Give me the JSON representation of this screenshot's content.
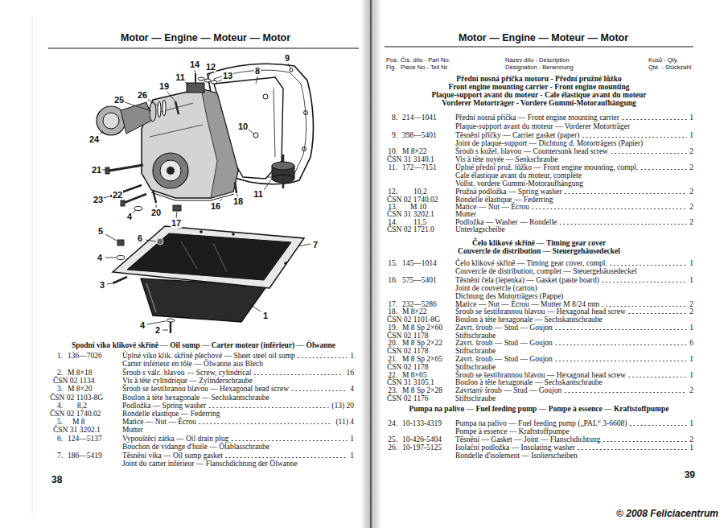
{
  "diagram": {
    "title": "Motor — Engine — Moteur — Motor",
    "labels": [
      "Motor — Engine — Moteur — Motor",
      "14",
      "12",
      "13",
      "11",
      "9",
      "8",
      "19",
      "26",
      "25",
      "10",
      "24",
      "21",
      "23",
      "22",
      "4",
      "20",
      "17",
      "16",
      "18",
      "11",
      "5",
      "6",
      "7",
      "4",
      "3",
      "1",
      "4",
      "2",
      "Spodní víko klikové skříně — Oil sump — Carter moteur (inférieur) — Ölwanne",
      "1.",
      "136—7026",
      "Úplné víko klik. skříně plechové — Sheet steel oil sump",
      "1",
      "Carter inférieur en tôle — Ölwanne aus Blech",
      "2.",
      "M 8×18",
      "Šroub s válc. hlavou — Screw, cylindrical",
      "16",
      "ČSN 02 1134",
      "Vis à tête cylindrique — Zylinderschraube",
      "3.",
      "M 8×20",
      "Šroub se šestihranou hlavou — Hexagonal head screw",
      "4",
      "ČSN 02 1103-8G",
      "Boulon à tête hexagonale — Sechskantschraube",
      "4.",
      "8,2",
      "Podložka — Spring washer",
      "(13) 20",
      "ČSN 02 1740.02",
      "Rondelle élastique — Federring",
      "5.",
      "M 8",
      "Matice — Nut — Écrou",
      "(11) 4",
      "ČSN 31 3202.1",
      "Mutter",
      "6.",
      "124—5137",
      "Vypouštěcí zátka — Oil drain plug",
      "1",
      "Bouchon de vidange d'huile — Ölablasschraube",
      "7.",
      "186—5419",
      "Těsnění víka — Oil sump gasket",
      "1",
      "Joint du carter inférieur — Flanschdichtung der Ölwanne",
      "38",
      "Pos.",
      "Čís. dílu - Part No.",
      "Název dílu - Description",
      "Kusů - Qty.",
      "Fig.",
      "Pièce No - Teil Nr.",
      "Désignation - Benennung",
      "Qté. - Stückzahl",
      "Přední nosná příčka motoru - Přední pružné lůžko",
      "Front engine mounting carrier - Front engine mounting",
      "Plaque-support avant du moteur - Cale élastique avant du moteur",
      "Vorderer Motorträger - Vordere Gummi-Motoraufhängung",
      "8.",
      "214—1041",
      "Přední nosná příčka — Front engine mounting carrier",
      "1",
      "Plaque-support avant du moteur — Vorderer Motorträger",
      "9.",
      "398—5401",
      "Těsnění příčky — Carrier gasket (paper)",
      "1",
      "Joint de plaque-support — Dichtung d. Motorträgers (Papier)",
      "10.",
      "M 8×22",
      "Šroub s kužel. hlavou — Countersunk head screw",
      "2",
      "ČSN 31 3140.1",
      "Vis à tête noyée — Senkschraube",
      "11.",
      "172—7151",
      "Úplné přední pruž. lůžko — Front engine mounting, compl.",
      "2",
      "Cale élastique avant du moteur, complète",
      "Vollst. vordere Gummi-Motoraufhängung",
      "12.",
      "10,2",
      "Pružná podložka — Spring washer",
      "2",
      "ČSN 02 1740.02",
      "Rondelle élastique — Federring",
      "13.",
      "M 10",
      "Matice — Nut — Écrou",
      "2",
      "ČSN 31 3202.1",
      "Mutter",
      "14.",
      "11,5",
      "Podložka — Washer — Rondelle",
      "2",
      "ČSN 02 1721.0",
      "Unterlagscheibe",
      "Čelo klikové skříně — Timing gear cover",
      "Couvercle de distribution — Steuergehäusedeckel",
      "15.",
      "145—1014",
      "Čelo klikové skříně — Timing gear cover, compl.",
      "1",
      "Couvercle de distribution, complet — Steuergehäusedeckel",
      "16.",
      "575—5401",
      "Těsnění čela (lepenka) — Gasket (paste board)",
      "1",
      "Joint de couvercle (carton)",
      "Dichtung des Motorträgers (Pappe)",
      "17.",
      "232—5286",
      "Matice — Nut — Écrou — Mutter M 8/24 mm",
      "2",
      "18.",
      "M 8×22",
      "Šroub se šestihrannou hlavou — Hexagonal head screw",
      "2",
      "ČSN 02 1101-8G",
      "Boulon à tête hexagonale — Sechskantschraube",
      "19.",
      "M 8 Sp 2×60",
      "Zavrt. šroub — Stud — Goujon",
      "1",
      "ČSN 02 1178",
      "Stiftschraube",
      "20.",
      "M 8 Sp 2×22",
      "Zavrt. šroub — Stud — Goujon",
      "6",
      "ČSN 02 1178",
      "Stiftschraube",
      "21.",
      "M 8 Sp 2×65",
      "Zavrt. šroub — Stud — Goujon",
      "1",
      "ČSN 02 1178",
      "Stiftschraube",
      "22.",
      "M 8×65",
      "Šroub se šestihrannou hlavou — Hexagonal head screw",
      "1",
      "ČSN 31 3105.1",
      "Boulon à tête hexagonale — Sechskantschraube",
      "23.",
      "M 8 Sp 2×28",
      "Zavrtaný šroub — Stud — Goujon",
      "2",
      "ČSN 02 1176",
      "Stiftschraube",
      "Pumpa na palivo — Fuel feeding pump — Pompe à essence — Kraftstoffpumpe",
      "24.",
      "10-133-4319",
      "Pumpa na palivo — Fuel feeding pump („PAL“ 3-6608)",
      "1",
      "Pompe à essence — Kraftstoffpumpe",
      "25.",
      "10-426-5404",
      "Těsnění — Gasket — Joint — Flanschdichtung",
      "2",
      "26.",
      "10-197-5125",
      "Isolační podložka — Insulating washer",
      "1",
      "Rondelle d'isolement — Isolierscheiben",
      "39",
      "© 2008 Feliciacentrum"
    ]
  }
}
